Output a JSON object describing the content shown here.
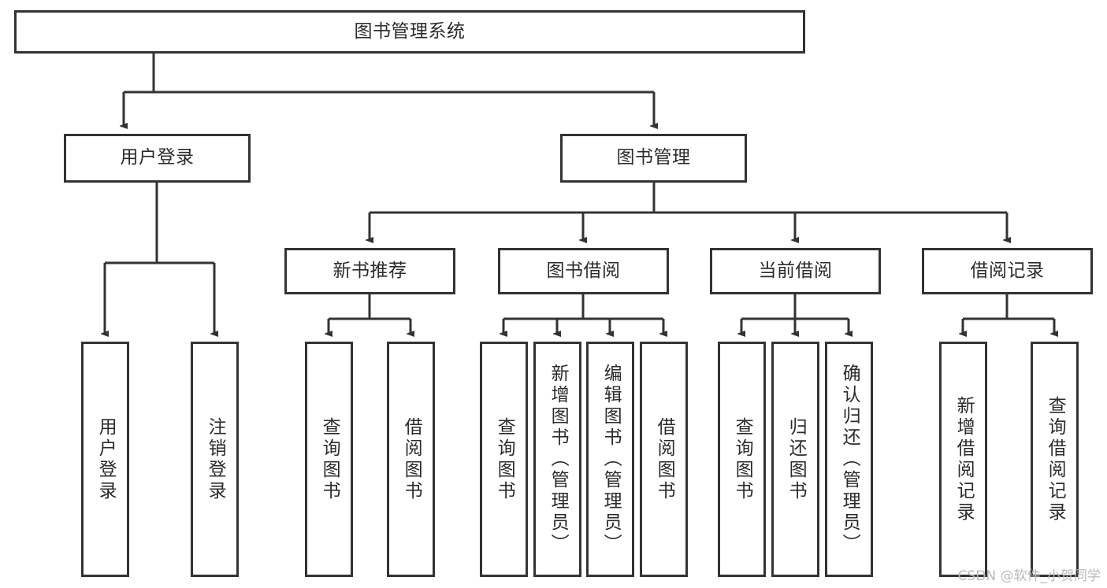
{
  "diagram": {
    "title": "图书管理系统",
    "watermark": "CSDN @软件_小贺同学",
    "stroke_color": "#333333",
    "background_color": "#ffffff",
    "text_color": "#2b2b2b",
    "nodes": {
      "root": {
        "label": "图书管理系统"
      },
      "level2": [
        {
          "label": "用户登录"
        },
        {
          "label": "图书管理"
        }
      ],
      "level3": [
        {
          "label": "新书推荐"
        },
        {
          "label": "图书借阅"
        },
        {
          "label": "当前借阅"
        },
        {
          "label": "借阅记录"
        }
      ],
      "leaves": {
        "user_login": [
          {
            "label": "用户登录"
          },
          {
            "label": "注销登录"
          }
        ],
        "new_book_recommend": [
          {
            "label": "查询图书"
          },
          {
            "label": "借阅图书"
          }
        ],
        "book_borrow": [
          {
            "label": "查询图书"
          },
          {
            "label": "新增图书（管理员）"
          },
          {
            "label": "编辑图书（管理员）"
          },
          {
            "label": "借阅图书"
          }
        ],
        "current_borrow": [
          {
            "label": "查询图书"
          },
          {
            "label": "归还图书"
          },
          {
            "label": "确认归还（管理员）"
          }
        ],
        "borrow_record": [
          {
            "label": "新增借阅记录"
          },
          {
            "label": "查询借阅记录"
          }
        ]
      }
    }
  }
}
